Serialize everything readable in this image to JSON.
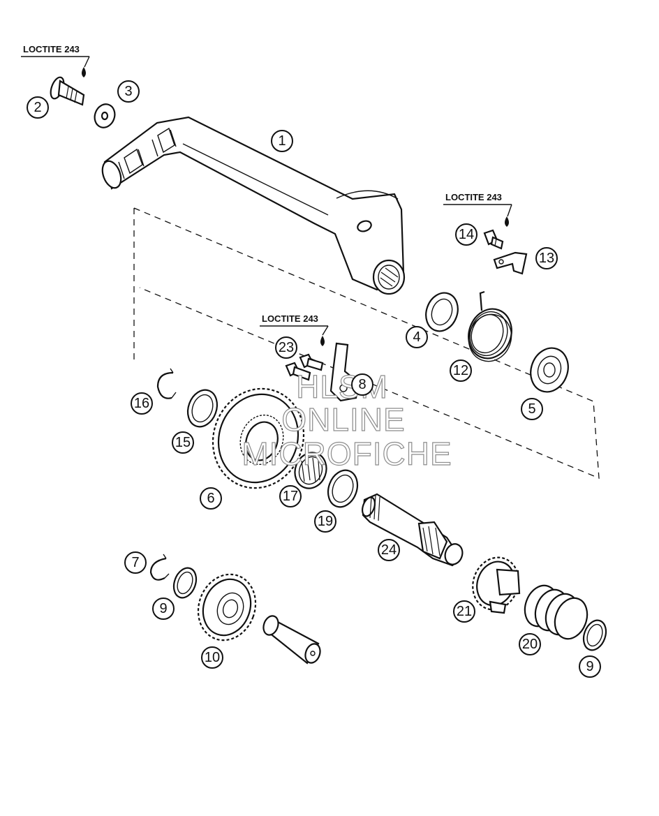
{
  "adhesive_notes": [
    "LOCTITE 243",
    "LOCTITE 243",
    "LOCTITE 243"
  ],
  "callouts": {
    "p1": "1",
    "p2": "2",
    "p3": "3",
    "p4": "4",
    "p5": "5",
    "p6": "6",
    "p7": "7",
    "p8": "8",
    "p9a": "9",
    "p9b": "9",
    "p10": "10",
    "p12": "12",
    "p13": "13",
    "p14": "14",
    "p15": "15",
    "p16": "16",
    "p17": "17",
    "p19": "19",
    "p20": "20",
    "p21": "21",
    "p23": "23",
    "p24": "24"
  },
  "watermark": [
    "HLSM",
    "ONLINE",
    "MICROFICHE"
  ]
}
